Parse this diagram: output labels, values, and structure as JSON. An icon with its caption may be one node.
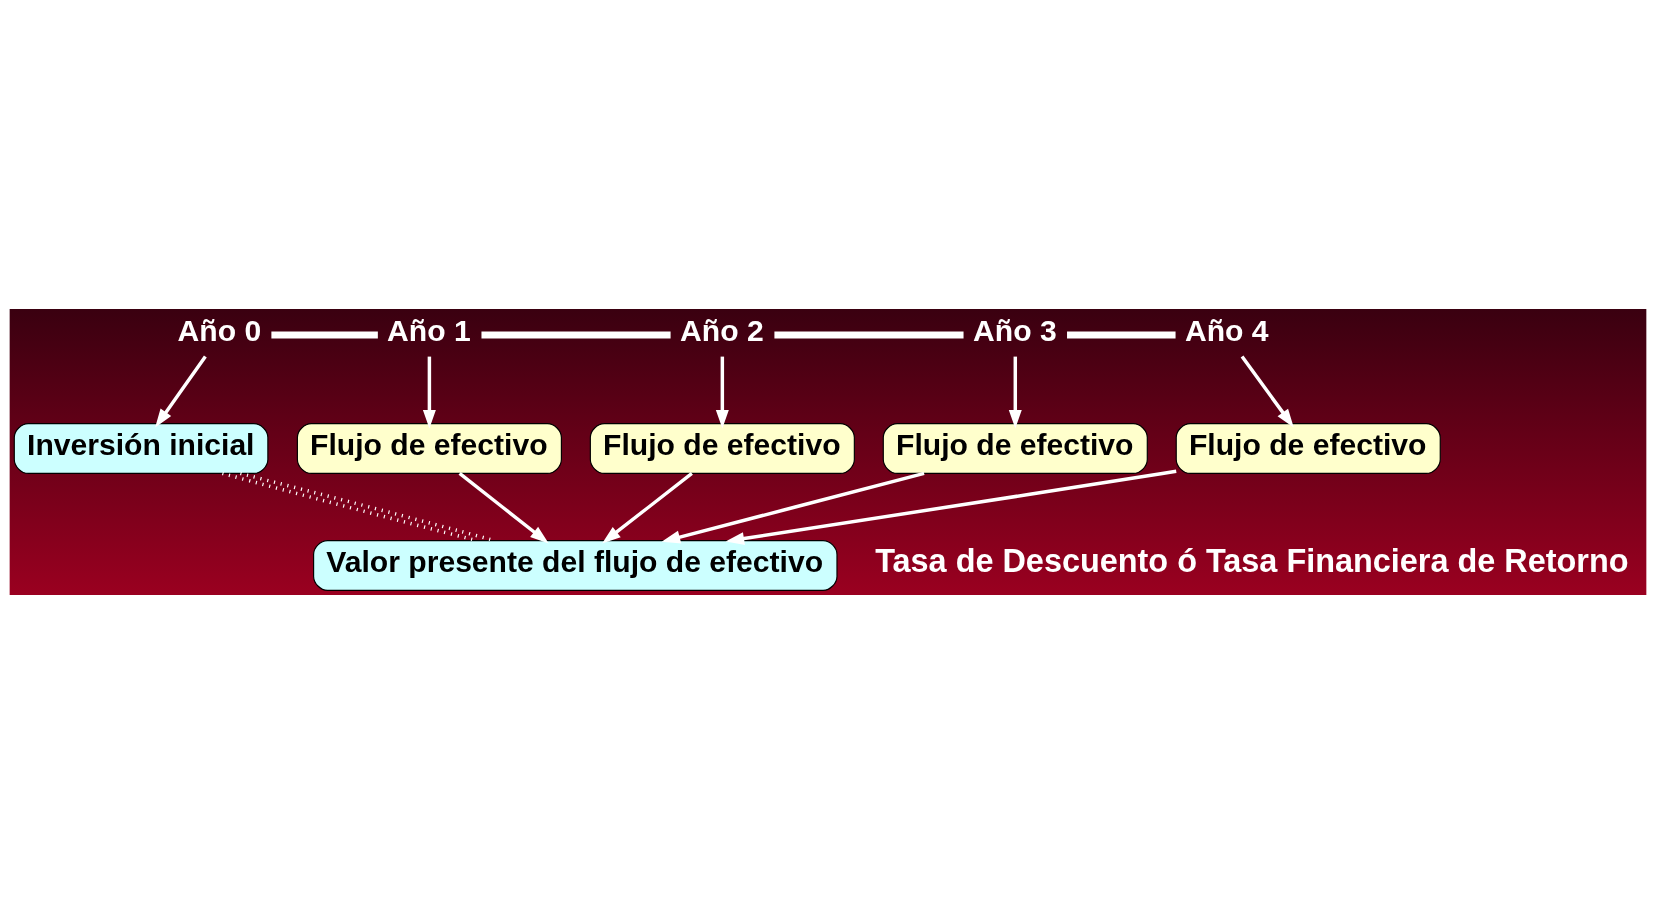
{
  "diagram": {
    "nodes": [
      {
        "text": [
          "Año 0"
        ]
      },
      {
        "text": [
          "Año 1"
        ]
      },
      {
        "text": [
          "Año 2"
        ]
      },
      {
        "text": [
          "Año 3"
        ]
      },
      {
        "text": [
          "Año 4"
        ]
      },
      {
        "text": [
          "Inversión inicial"
        ]
      },
      {
        "text": [
          "Flujo de efectivo"
        ]
      },
      {
        "text": [
          "Flujo de efectivo"
        ]
      },
      {
        "text": [
          "Flujo de efectivo"
        ]
      },
      {
        "text": [
          "Flujo de efectivo"
        ]
      },
      {
        "text": [
          "Valor presente del flujo de efectivo"
        ]
      }
    ],
    "edges": [
      {
        "from": 0,
        "to": 1,
        "arrow": "none",
        "style": "thick"
      },
      {
        "from": 1,
        "to": 2,
        "arrow": "none",
        "style": "thick"
      },
      {
        "from": 2,
        "to": 3,
        "arrow": "none",
        "style": "thick"
      },
      {
        "from": 3,
        "to": 4,
        "arrow": "none",
        "style": "thick"
      },
      {
        "from": 0,
        "to": 5,
        "arrow": "to"
      },
      {
        "from": 1,
        "to": 6,
        "arrow": "to"
      },
      {
        "from": 2,
        "to": 7,
        "arrow": "to"
      },
      {
        "from": 3,
        "to": 8,
        "arrow": "to"
      },
      {
        "from": 4,
        "to": 9,
        "arrow": "to"
      },
      {
        "from": 5,
        "to": 10,
        "arrow": "none",
        "style": "dashed"
      },
      {
        "from": 5,
        "to": 10,
        "arrow": "none",
        "style": "dashed"
      },
      {
        "from": 6,
        "to": 10,
        "arrow": "to"
      },
      {
        "from": 7,
        "to": 10,
        "arrow": "to"
      },
      {
        "from": 8,
        "to": 10,
        "arrow": "to"
      },
      {
        "from": 9,
        "to": 10,
        "arrow": "to"
      }
    ],
    "labels": [
      "Tasa de Descuento ó Tasa Financiera de Retorno"
    ]
  }
}
